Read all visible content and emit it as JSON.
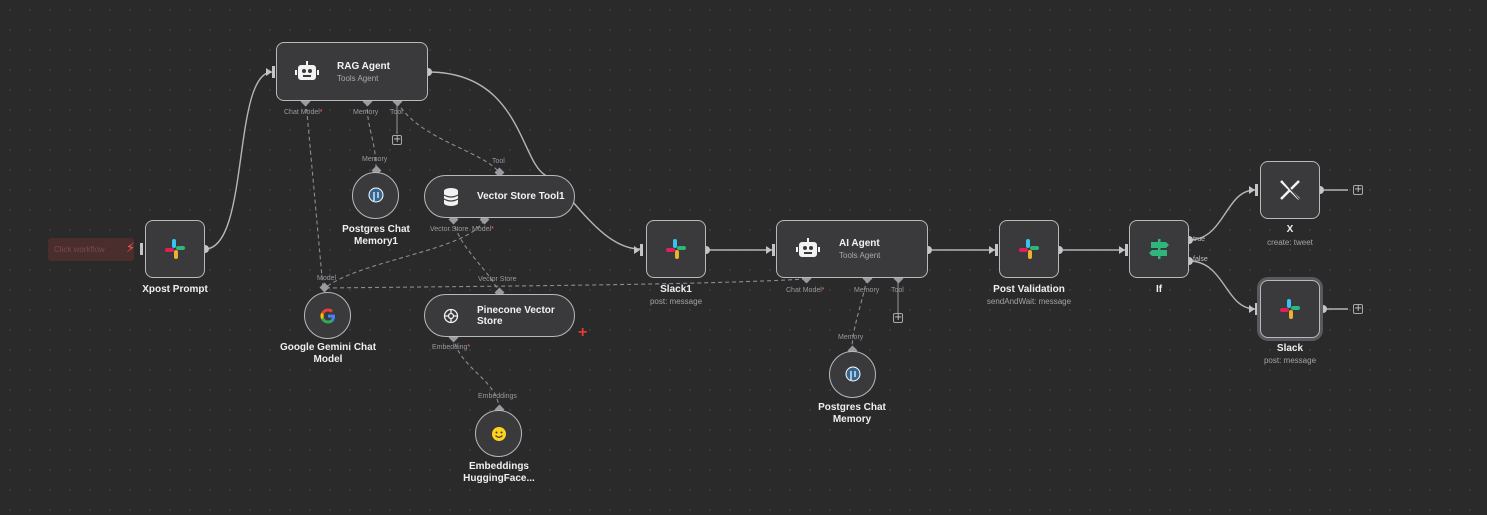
{
  "trigger": {
    "label": "Click workflow",
    "icon": "lightning-bolt-icon"
  },
  "nodes": {
    "xpost_prompt": {
      "label": "Xpost Prompt",
      "icon": "slack-icon"
    },
    "rag_agent": {
      "title": "RAG Agent",
      "subtitle": "Tools Agent",
      "icon": "robot-icon"
    },
    "postgres_memory1": {
      "label_line1": "Postgres Chat",
      "label_line2": "Memory1",
      "icon": "postgres-elephant-icon"
    },
    "vector_store_tool": {
      "title": "Vector Store Tool1",
      "icon": "database-icon"
    },
    "google_gemini": {
      "label_line1": "Google Gemini Chat",
      "label_line2": "Model",
      "icon": "google-g-icon"
    },
    "pinecone": {
      "title_line1": "Pinecone Vector",
      "title_line2": "Store",
      "icon": "pinecone-icon"
    },
    "embeddings": {
      "label_line1": "Embeddings",
      "label_line2": "HuggingFace...",
      "icon": "huggingface-icon"
    },
    "slack1": {
      "label": "Slack1",
      "sublabel": "post: message",
      "icon": "slack-icon"
    },
    "ai_agent": {
      "title": "AI Agent",
      "subtitle": "Tools Agent",
      "icon": "robot-icon"
    },
    "postgres_memory": {
      "label_line1": "Postgres Chat",
      "label_line2": "Memory",
      "icon": "postgres-elephant-icon"
    },
    "post_validation": {
      "label": "Post Validation",
      "sublabel": "sendAndWait: message",
      "icon": "slack-icon"
    },
    "if_node": {
      "label": "If",
      "icon": "signpost-icon"
    },
    "x_node": {
      "label": "X",
      "sublabel": "create: tweet",
      "icon": "x-logo-icon"
    },
    "slack": {
      "label": "Slack",
      "sublabel": "post: message",
      "icon": "slack-icon"
    }
  },
  "port_labels": {
    "rag_chat_model": "Chat Model",
    "rag_memory": "Memory",
    "rag_tool": "Tool",
    "memory1_in": "Memory",
    "vst_tool_in": "Tool",
    "vst_vector_store": "Vector Store",
    "vst_model": "Model",
    "gemini_model": "Model",
    "pinecone_vector_store": "Vector Store",
    "pinecone_embedding": "Embedding",
    "embeddings_in": "Embeddings",
    "ai_chat_model": "Chat Model",
    "ai_memory": "Memory",
    "ai_tool": "Tool",
    "memory_in": "Memory",
    "if_true": "true",
    "if_false": "false",
    "required_mark": "*"
  },
  "colors": {
    "canvas": "#2a2a2a",
    "node_fill": "#3a3a3c",
    "node_border": "#b9b9bd",
    "wire": "#b5b5b9",
    "dashed_wire": "#8c8c92",
    "required": "#ff6b6b",
    "trigger_bg": "#4a2d2d",
    "bolt": "#ff5a4a"
  }
}
